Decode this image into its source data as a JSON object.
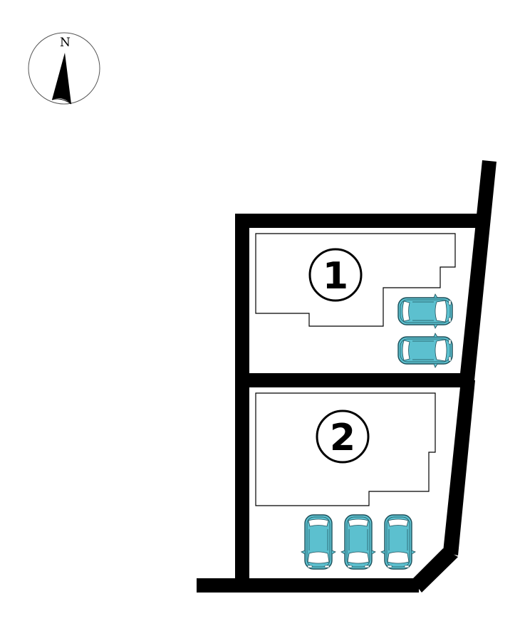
{
  "compass": {
    "label": "N"
  },
  "lots": [
    {
      "number": "1",
      "parking_spaces": 2,
      "car_orientation": "horizontal"
    },
    {
      "number": "2",
      "parking_spaces": 3,
      "car_orientation": "vertical"
    }
  ],
  "colors": {
    "boundary": "#000000",
    "car_body": "#5cc0cf",
    "car_glass": "#ffffff",
    "outline": "#000000",
    "background": "#ffffff"
  }
}
